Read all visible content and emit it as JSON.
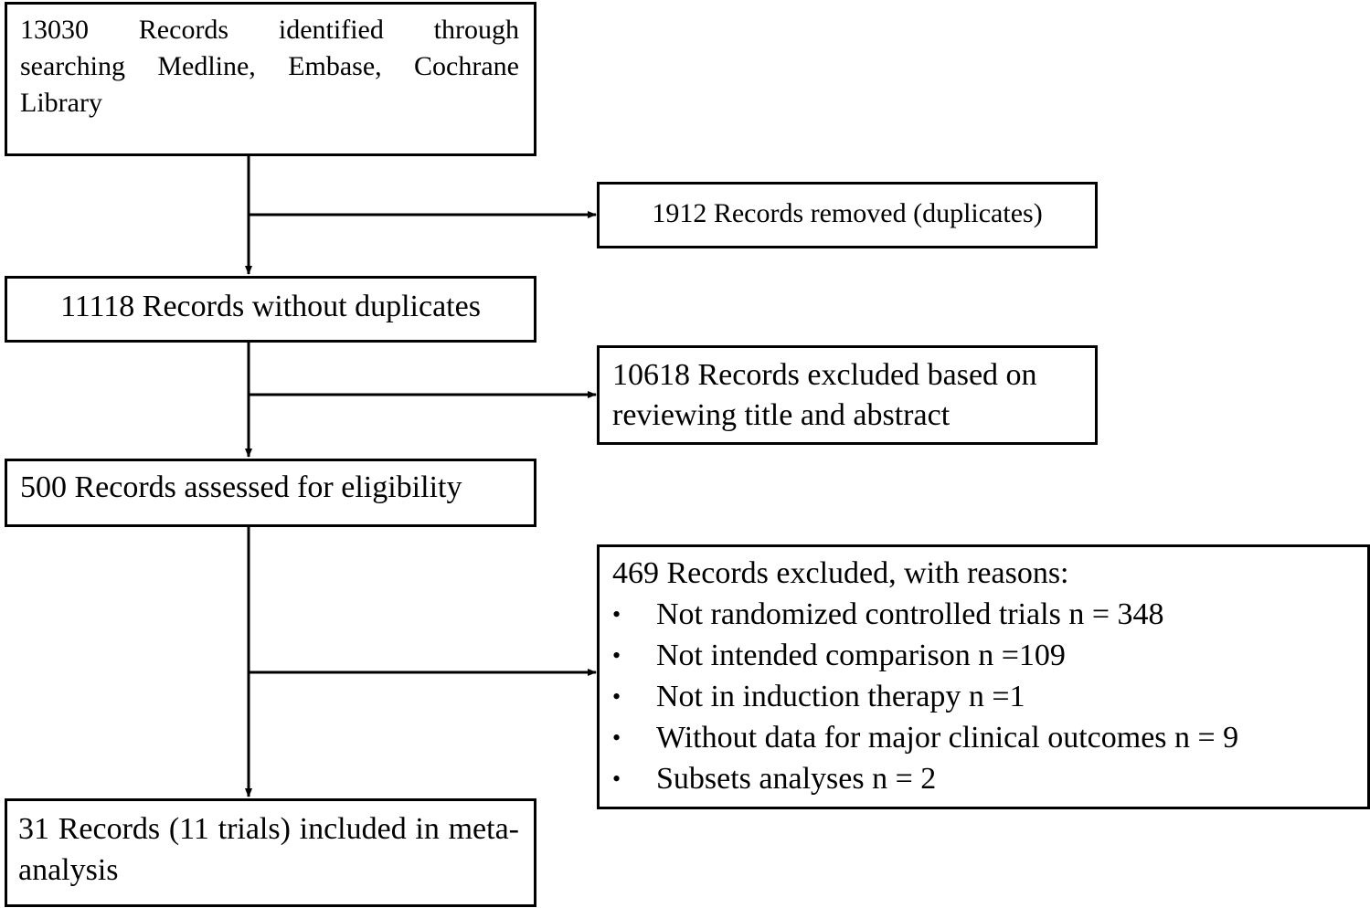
{
  "flowchart": {
    "identified": {
      "line1": "13030 Records identified through",
      "rest": "searching Medline, Embase, Cochrane Library"
    },
    "duplicates_removed": "1912 Records removed (duplicates)",
    "without_duplicates": "11118 Records without duplicates",
    "excluded_title_abstract": "10618 Records excluded based on reviewing title and abstract",
    "assessed_eligibility": "500 Records assessed for eligibility",
    "excluded_reasons": {
      "heading": "469 Records excluded, with reasons:",
      "bullet_glyph": "•",
      "reasons": [
        "Not randomized controlled trials n = 348",
        "Not intended comparison n =109",
        "Not in induction therapy n =1",
        "Without data for major clinical outcomes n = 9",
        "Subsets analyses n = 2"
      ]
    },
    "included": "31 Records (11 trials) included in meta-analysis"
  }
}
